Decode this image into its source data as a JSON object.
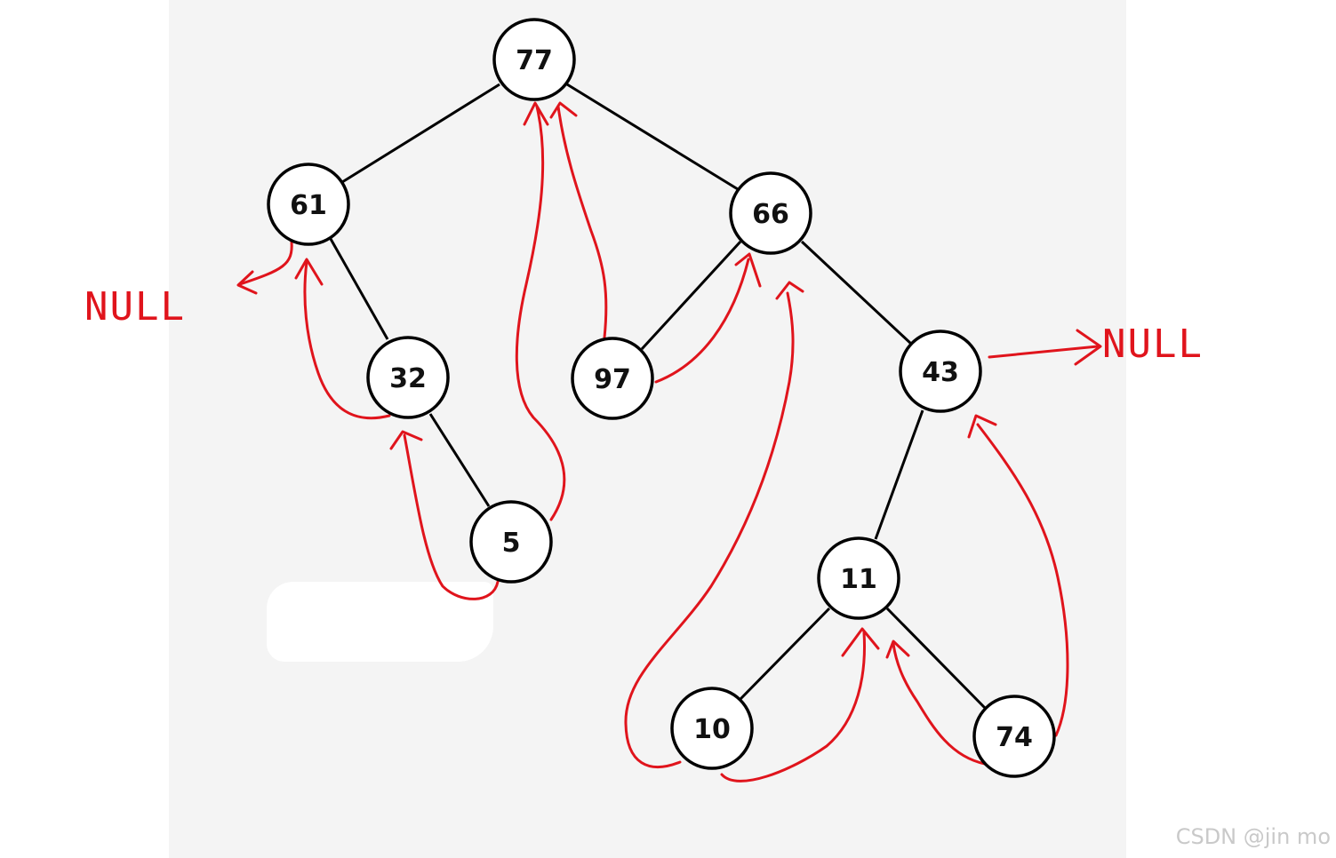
{
  "tree": {
    "nodes": [
      {
        "id": "n77",
        "label": "77"
      },
      {
        "id": "n61",
        "label": "61"
      },
      {
        "id": "n66",
        "label": "66"
      },
      {
        "id": "n32",
        "label": "32"
      },
      {
        "id": "n97",
        "label": "97"
      },
      {
        "id": "n43",
        "label": "43"
      },
      {
        "id": "n5",
        "label": "5"
      },
      {
        "id": "n11",
        "label": "11"
      },
      {
        "id": "n10",
        "label": "10"
      },
      {
        "id": "n74",
        "label": "74"
      }
    ],
    "edges": [
      [
        "n77",
        "n61"
      ],
      [
        "n77",
        "n66"
      ],
      [
        "n61",
        "n32"
      ],
      [
        "n32",
        "n5"
      ],
      [
        "n66",
        "n97"
      ],
      [
        "n66",
        "n43"
      ],
      [
        "n43",
        "n11"
      ],
      [
        "n11",
        "n10"
      ],
      [
        "n11",
        "n74"
      ]
    ],
    "threads": [
      [
        "n61",
        "null-left"
      ],
      [
        "n32",
        "n61"
      ],
      [
        "n5",
        "n32"
      ],
      [
        "n5",
        "n77"
      ],
      [
        "n97",
        "n77"
      ],
      [
        "n97",
        "n66"
      ],
      [
        "n10",
        "n66"
      ],
      [
        "n10",
        "n11"
      ],
      [
        "n74",
        "n11"
      ],
      [
        "n74",
        "n43"
      ],
      [
        "n43",
        "null-right"
      ]
    ]
  },
  "null_left": "NULL",
  "null_right": "NULL",
  "watermark": "CSDN @jin mo",
  "colors": {
    "thread": "#e0141c",
    "edge": "#000000",
    "node_fill": "#ffffff"
  }
}
